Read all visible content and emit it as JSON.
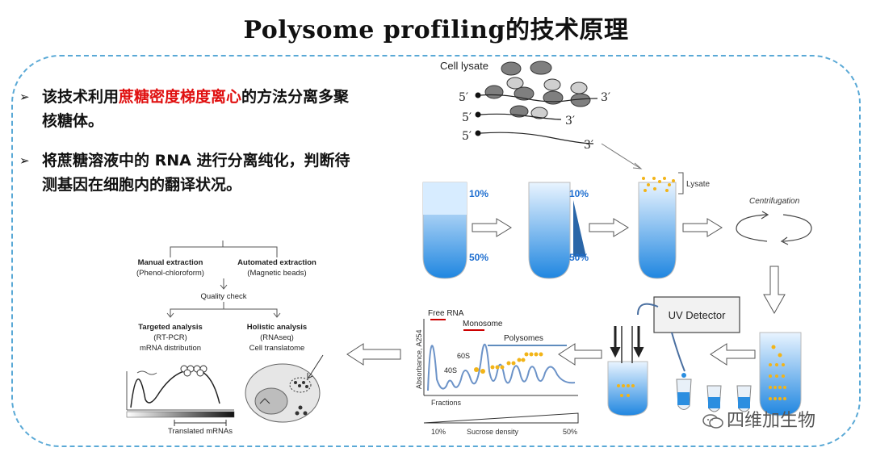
{
  "title": "Polysome profiling的技术原理",
  "bullets": [
    {
      "marker": "➢",
      "pre": "该技术利用",
      "highlight": "蔗糖密度梯度离心",
      "post": "的方法分离多聚核糖体。"
    },
    {
      "marker": "➢",
      "pre": "将蔗糖溶液中的 RNA 进行分离纯化，判断待测基因在细胞内的翻译状况。",
      "highlight": "",
      "post": ""
    }
  ],
  "workflow": {
    "cell_lysate": "Cell lysate",
    "five_prime": "5′",
    "three_prime": "3′",
    "tube1_top": "10%",
    "tube1_bottom": "50%",
    "tube2_top": "10%",
    "tube2_bottom": "50%",
    "lysate": "Lysate",
    "centrifugation": "Centrifugation",
    "uv_detector": "UV Detector"
  },
  "profile": {
    "free_rna": "Free RNA",
    "monosome": "Monosome",
    "polysomes": "Polysomes",
    "s40": "40S",
    "s60": "60S",
    "ylabel": "Absorbance, A254",
    "xlabel": "Fractions",
    "grad_left": "10%",
    "grad_mid": "Sucrose density",
    "grad_right": "50%"
  },
  "analysis": {
    "manual": "Manual extraction",
    "manual_sub": "(Phenol-chloroform)",
    "automated": "Automated extraction",
    "automated_sub": "(Magnetic beads)",
    "quality": "Quality check",
    "targeted": "Targeted analysis",
    "targeted_sub1": "(RT-PCR)",
    "targeted_sub2": "mRNA distribution",
    "holistic": "Holistic analysis",
    "holistic_sub1": "(RNAseq)",
    "holistic_sub2": "Cell translatome",
    "translated": "Translated mRNAs"
  },
  "watermark": "四维加生物",
  "colors": {
    "accent_red": "#e01010",
    "frame_blue": "#5aa9d6",
    "tube_blue": "#2b8ee0",
    "bead_yellow": "#f2b418"
  }
}
